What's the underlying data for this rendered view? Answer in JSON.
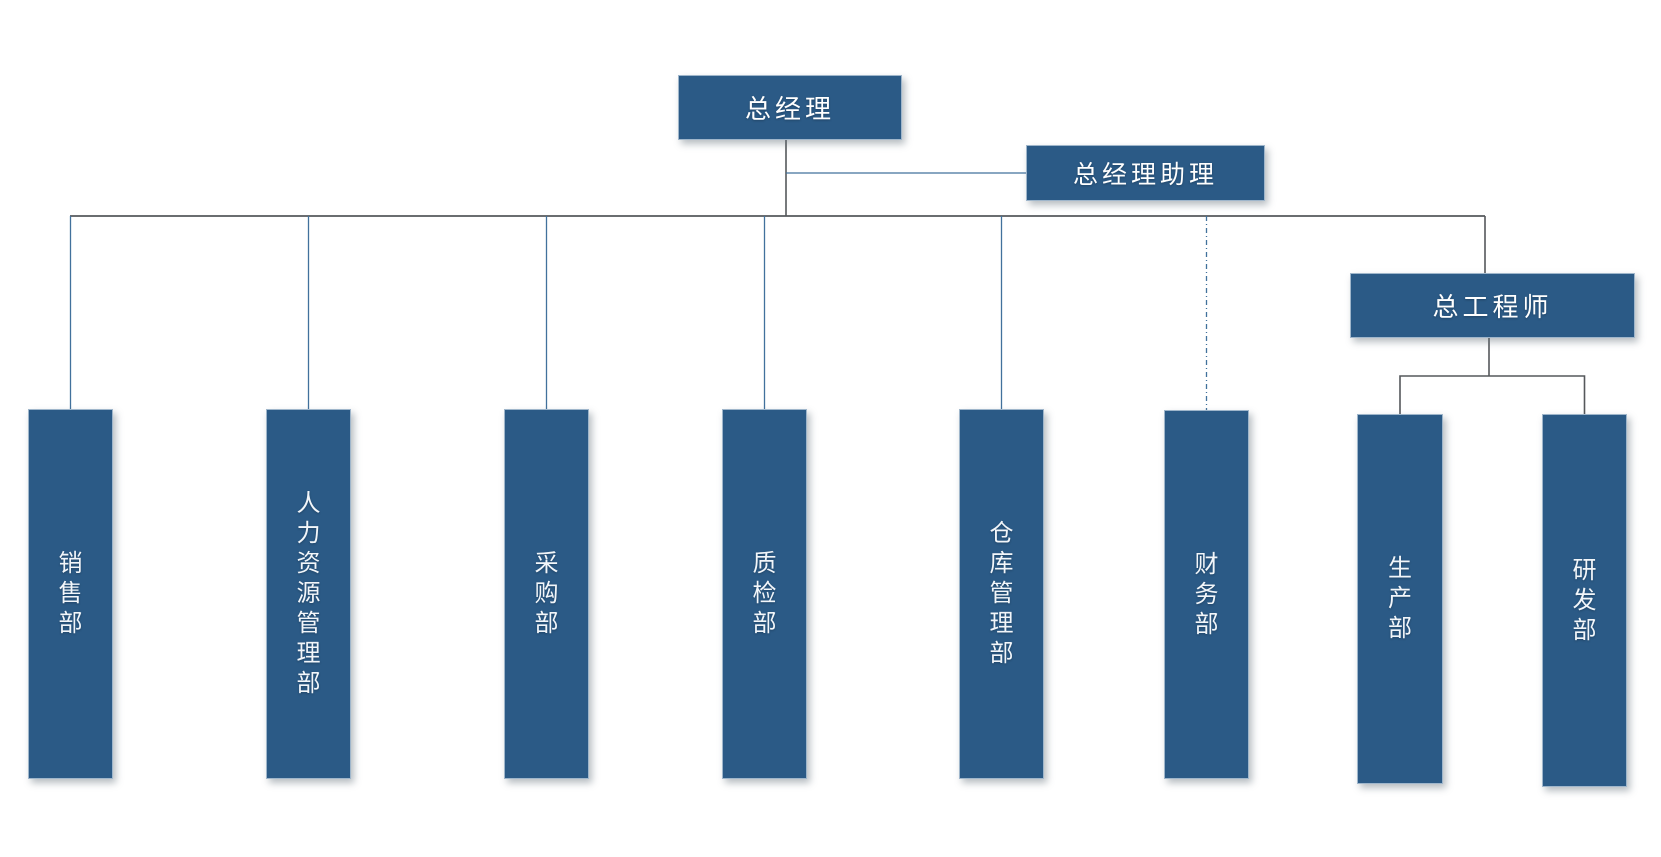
{
  "org_chart": {
    "root": {
      "label": "总经理"
    },
    "assistant": {
      "label": "总经理助理",
      "link_style": "solid-blue"
    },
    "chief_engineer": {
      "label": "总工程师"
    },
    "departments": [
      {
        "label": "销售部",
        "reports_to": "总经理",
        "link_style": "solid"
      },
      {
        "label": "人力资源管理部",
        "reports_to": "总经理",
        "link_style": "solid"
      },
      {
        "label": "采购部",
        "reports_to": "总经理",
        "link_style": "solid"
      },
      {
        "label": "质检部",
        "reports_to": "总经理",
        "link_style": "solid"
      },
      {
        "label": "仓库管理部",
        "reports_to": "总经理",
        "link_style": "solid"
      },
      {
        "label": "财务部",
        "reports_to": "总经理",
        "link_style": "dash-dot"
      }
    ],
    "engineer_departments": [
      {
        "label": "生产部",
        "reports_to": "总工程师",
        "link_style": "solid"
      },
      {
        "label": "研发部",
        "reports_to": "总工程师",
        "link_style": "solid"
      }
    ],
    "colors": {
      "node_fill": "#2B5A86",
      "node_border": "#9FB6CB",
      "node_text": "#FFFFFF",
      "line_gray": "#55585B",
      "line_blue": "#41719C",
      "background": "#FFFFFF"
    }
  }
}
